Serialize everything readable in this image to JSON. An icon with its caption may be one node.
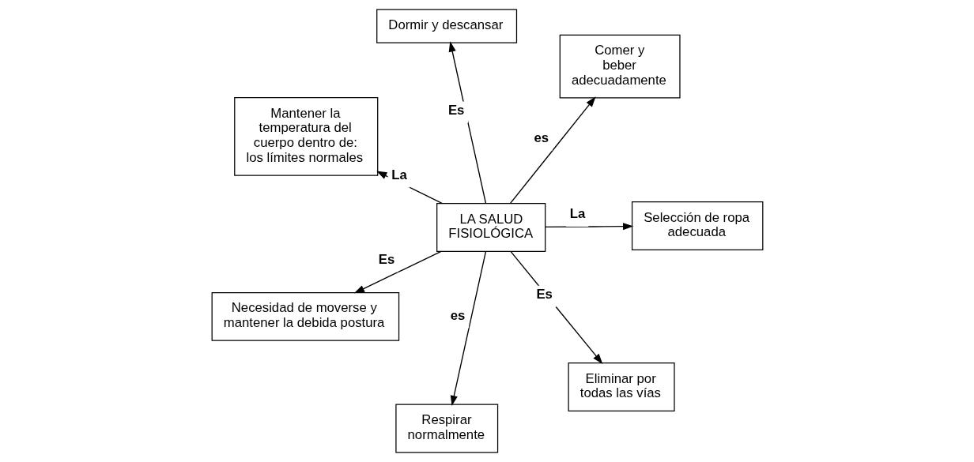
{
  "diagram": {
    "nodes": [
      {
        "text": [
          "LA SALUD FISIOLÓGICA"
        ]
      },
      {
        "text": [
          "Selección de ropa adecuada"
        ]
      },
      {
        "text": [
          "Respirar normalmente"
        ]
      },
      {
        "text": [
          "Mantener la temperatura del cuerpo dentro de: los límites normales"
        ]
      },
      {
        "text": [
          "Comer y beber adecuadamente"
        ]
      },
      {
        "text": [
          "Dormir y descansar"
        ]
      },
      {
        "text": [
          "Necesidad de moverse y mantener la debida postura"
        ]
      },
      {
        "text": [
          "Eliminar por todas las vías"
        ]
      }
    ],
    "edges": [
      {
        "from": 0,
        "to": 1,
        "arrow": "to",
        "label": "La"
      },
      {
        "from": 0,
        "to": 2,
        "arrow": "to",
        "label": "es"
      },
      {
        "from": 0,
        "to": 3,
        "arrow": "to",
        "label": "La"
      },
      {
        "from": 0,
        "to": 4,
        "arrow": "to",
        "label": "es"
      },
      {
        "from": 0,
        "to": 5,
        "arrow": "to",
        "label": "Es"
      },
      {
        "from": 0,
        "to": 6,
        "arrow": "to",
        "label": "Es"
      },
      {
        "from": 0,
        "to": 7,
        "arrow": "to",
        "label": "Es"
      }
    ]
  }
}
